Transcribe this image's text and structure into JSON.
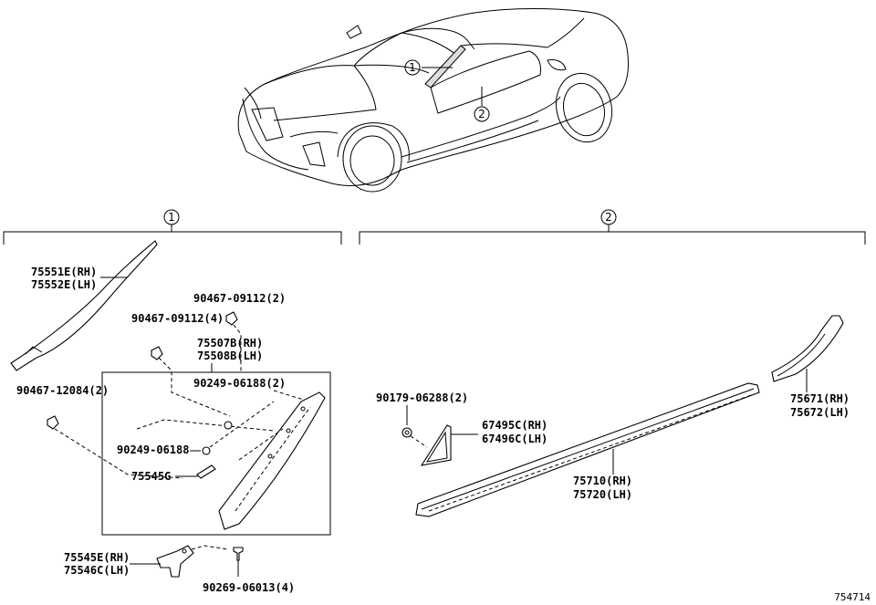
{
  "groups": [
    {
      "marker": "1"
    },
    {
      "marker": "2"
    }
  ],
  "car_callouts": [
    "1",
    "2"
  ],
  "parts": {
    "p75551": [
      "75551E(RH)",
      "75552E(LH)"
    ],
    "p90467_4": [
      "90467-09112(4)"
    ],
    "p90467_2": [
      "90467-09112(2)"
    ],
    "p75507": [
      "75507B(RH)",
      "75508B(LH)"
    ],
    "p90467_12084": [
      "90467-12084(2)"
    ],
    "p90249_2": [
      "90249-06188(2)"
    ],
    "p90249": [
      "90249-06188"
    ],
    "p75545G": [
      "75545G"
    ],
    "p75545E": [
      "75545E(RH)",
      "75546C(LH)"
    ],
    "p90269": [
      "90269-06013(4)"
    ],
    "p90179": [
      "90179-06288(2)"
    ],
    "p67495": [
      "67495C(RH)",
      "67496C(LH)"
    ],
    "p75710": [
      "75710(RH)",
      "75720(LH)"
    ],
    "p75671": [
      "75671(RH)",
      "75672(LH)"
    ]
  },
  "figure_ref": "754714"
}
